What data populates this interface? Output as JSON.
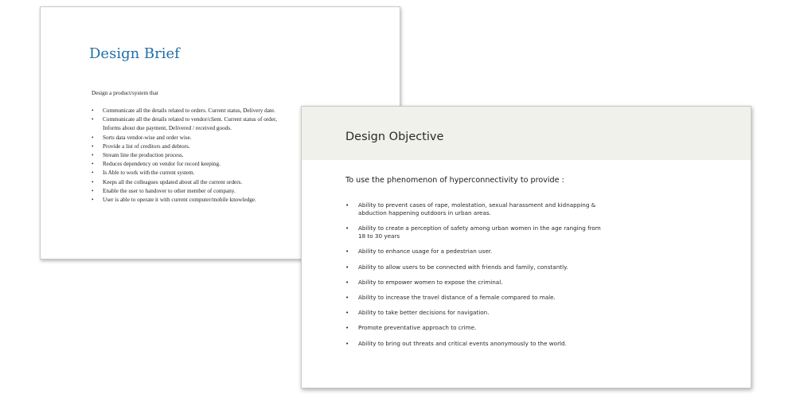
{
  "slide_brief": {
    "title": "Design Brief",
    "intro": "Design a product/system that",
    "bullet_glyph": "•",
    "items": [
      "Communicate all the details related to orders. Current status, Delivery date.",
      "Communicate all the details related to vendor/client. Current status of order, Informs about due payment, Delivered / received goods.",
      "Sorts data vendor-wise and order wise.",
      "Provide a list of creditors and debtors.",
      "Stream line the production process.",
      "Reduces dependency on vendor for record keeping.",
      "Is Able to work with the current system.",
      "Keeps all the colleagues updated about all the current orders.",
      "Enable the user to handover to other member of company.",
      "User is able to operate it with current computer/mobile knowledge."
    ],
    "colors": {
      "title": "#1f6fa8",
      "text": "#222222"
    }
  },
  "slide_objective": {
    "title": "Design Objective",
    "lead": "To use the phenomenon of hyperconnectivity to provide :",
    "bullet_glyph": "•",
    "items": [
      "Ability to prevent cases of rape, molestation, sexual harassment and kidnapping & abduction happening outdoors in urban areas.",
      "Ability to create a perception of safety among urban women in the age ranging from 18 to 30 years",
      "Ability to enhance usage for a pedestrian user.",
      "Ability to allow users to be connected with friends and family, constantly.",
      "Ability to empower women to expose the criminal.",
      "Ability to increase the travel distance of a female compared to male.",
      "Ability to take better decisions for navigation.",
      "Promote preventative approach to crime.",
      "Ability to bring out threats and critical events anonymously to the world."
    ],
    "colors": {
      "header_band": "#eff1ea",
      "title": "#2a2a2a",
      "text": "#2a2a2a"
    }
  }
}
